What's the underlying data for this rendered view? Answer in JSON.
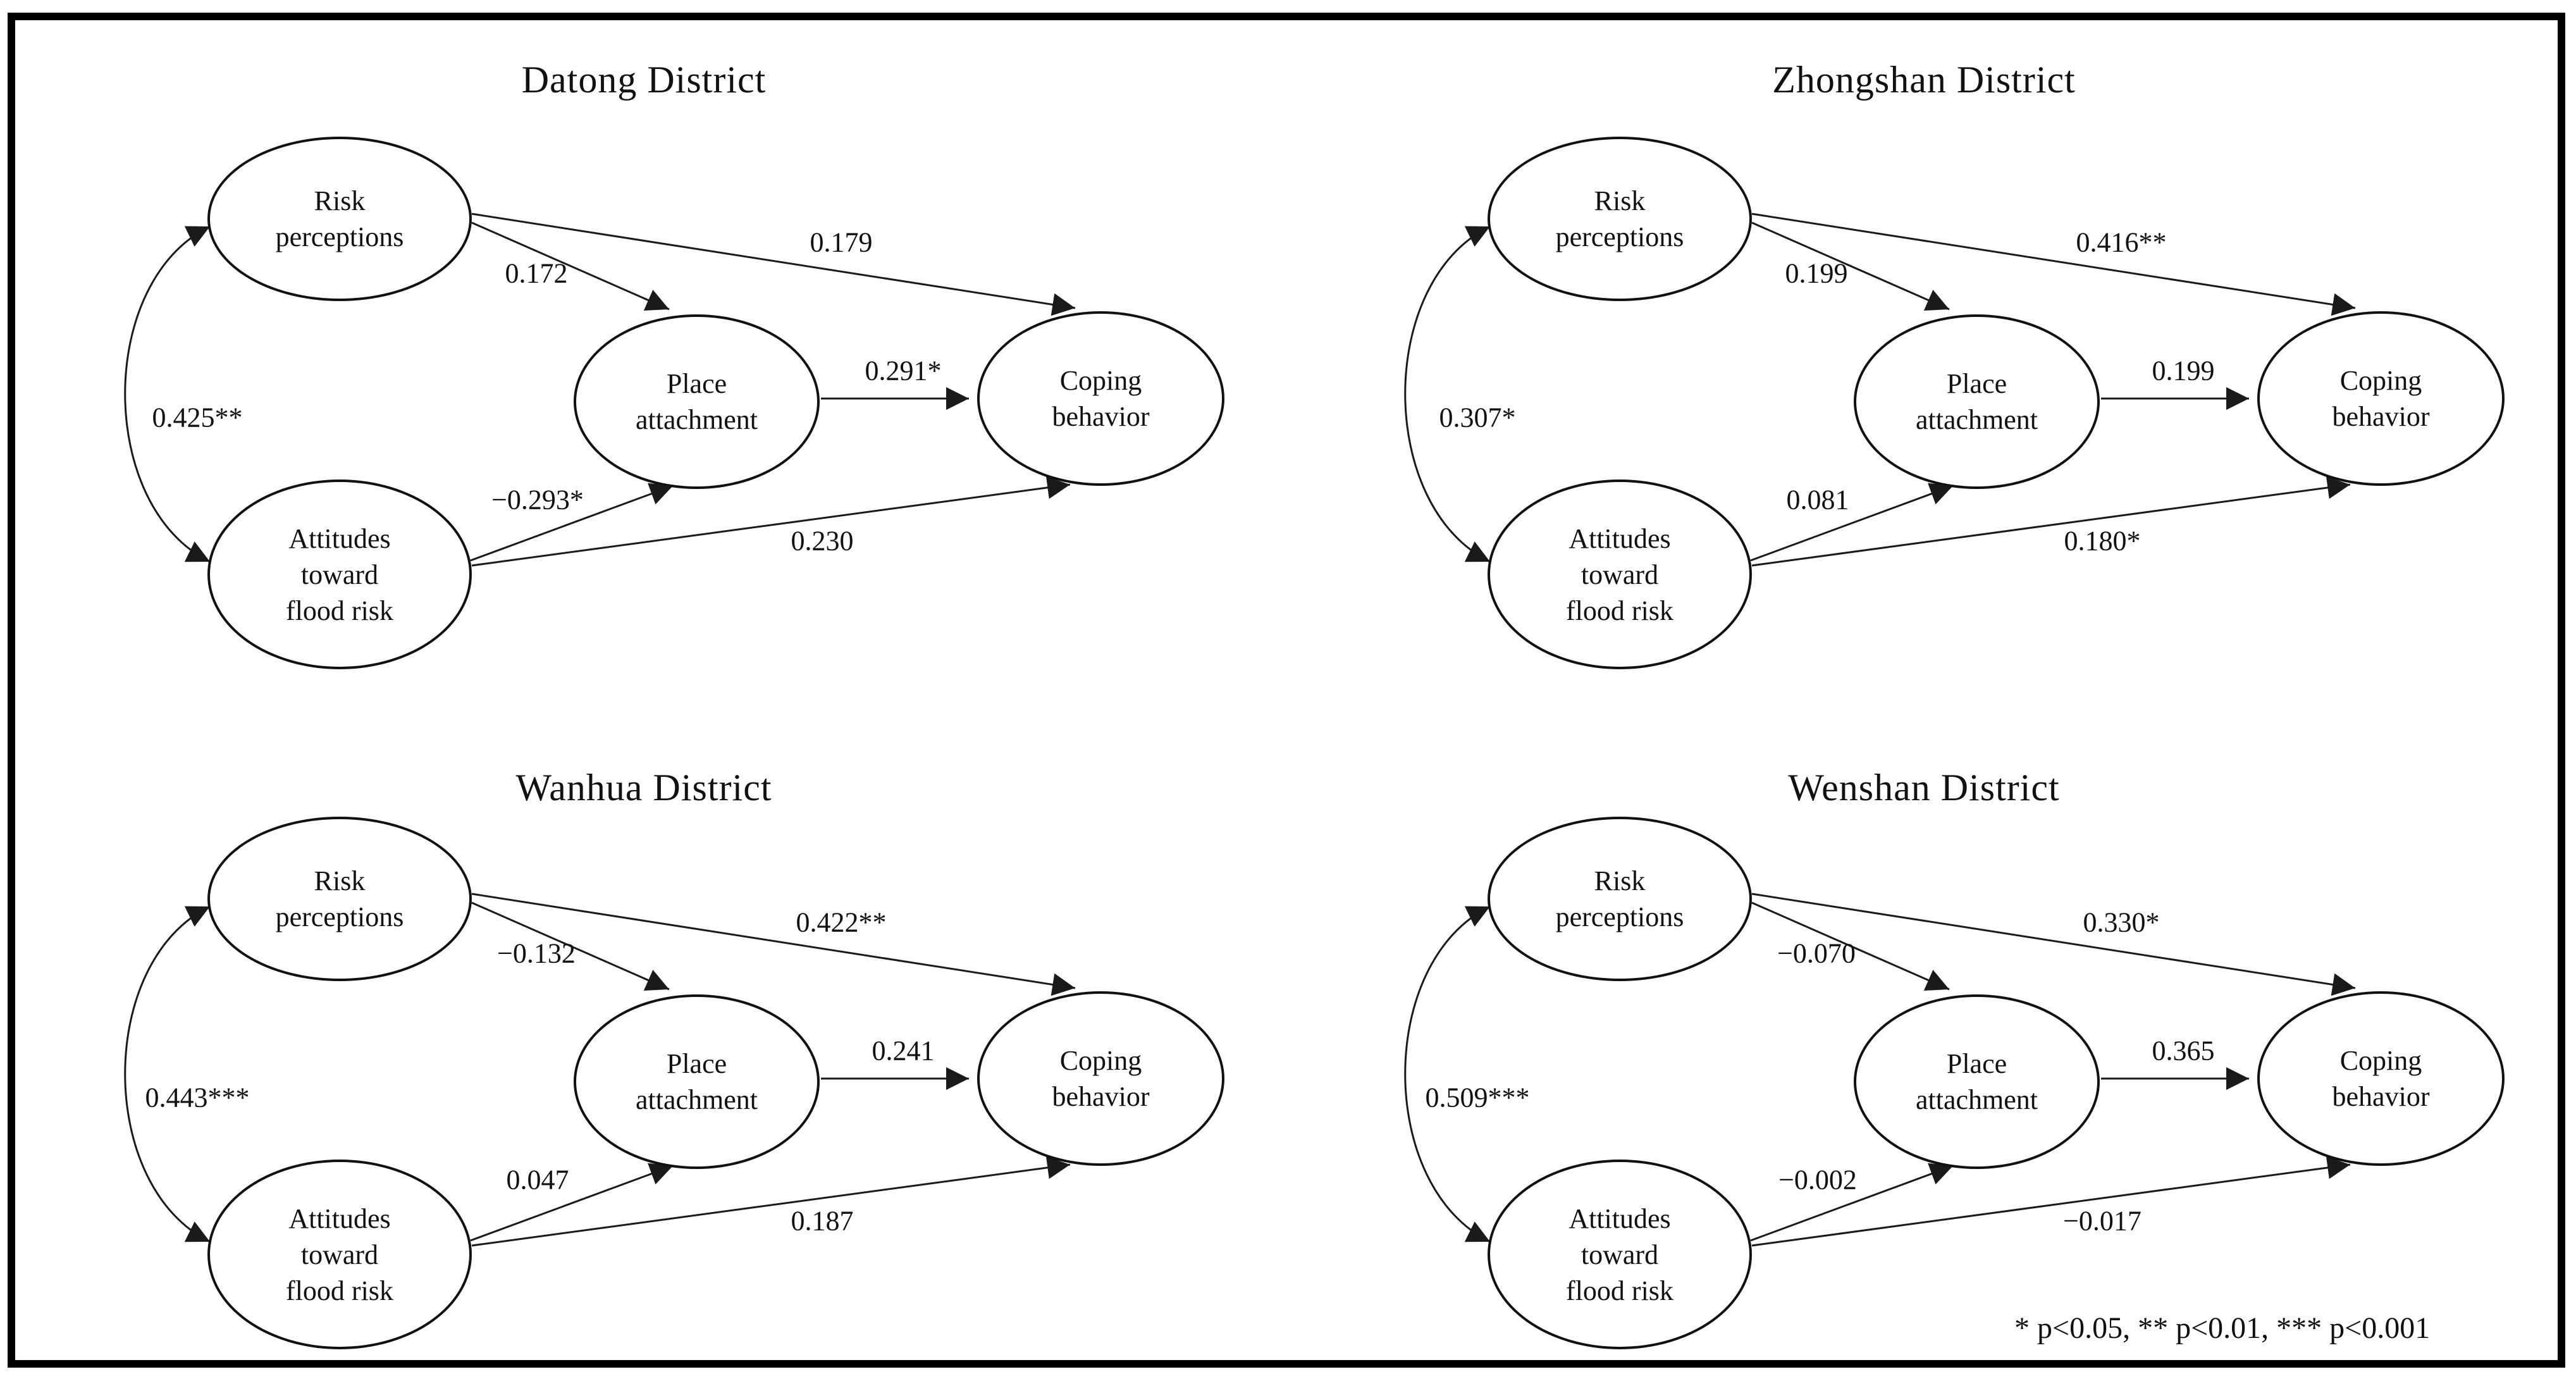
{
  "figure": {
    "type": "sem-path-diagrams",
    "footnote": "* p<0.05, ** p<0.01, *** p<0.001",
    "line_color": "#1a1a1a",
    "background": "#ffffff"
  },
  "nodes": {
    "risk": [
      "Risk",
      "perceptions"
    ],
    "attitudes": [
      "Attitudes",
      "toward",
      "flood risk"
    ],
    "place": [
      "Place",
      "attachment"
    ],
    "coping": [
      "Coping",
      "behavior"
    ]
  },
  "models": [
    {
      "title": "Datong District",
      "correlation": "0.425**",
      "paths": {
        "risk_place": "0.172",
        "risk_coping": "0.179",
        "place_coping": "0.291*",
        "attitudes_place": "−0.293*",
        "attitudes_coping": "0.230"
      }
    },
    {
      "title": "Zhongshan District",
      "correlation": "0.307*",
      "paths": {
        "risk_place": "0.199",
        "risk_coping": "0.416**",
        "place_coping": "0.199",
        "attitudes_place": "0.081",
        "attitudes_coping": "0.180*"
      }
    },
    {
      "title": "Wanhua District",
      "correlation": "0.443***",
      "paths": {
        "risk_place": "−0.132",
        "risk_coping": "0.422**",
        "place_coping": "0.241",
        "attitudes_place": "0.047",
        "attitudes_coping": "0.187"
      }
    },
    {
      "title": "Wenshan District",
      "correlation": "0.509***",
      "paths": {
        "risk_place": "−0.070",
        "risk_coping": "0.330*",
        "place_coping": "0.365",
        "attitudes_place": "−0.002",
        "attitudes_coping": "−0.017"
      }
    }
  ]
}
